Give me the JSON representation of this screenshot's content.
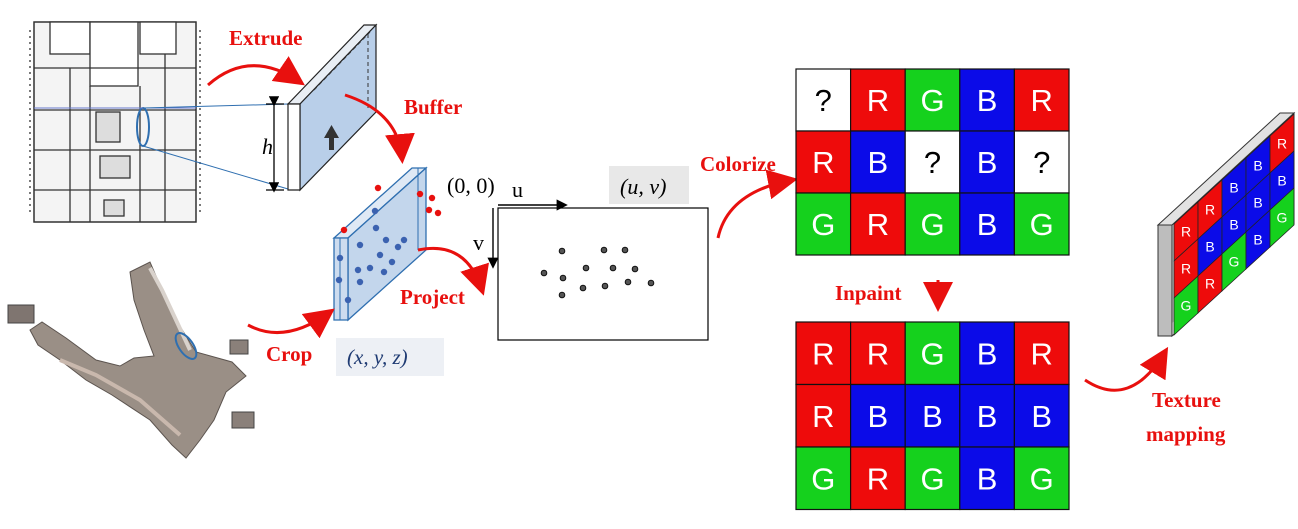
{
  "labels": {
    "extrude": "Extrude",
    "buffer": "Buffer",
    "crop": "Crop",
    "project": "Project",
    "colorize": "Colorize",
    "inpaint": "Inpaint",
    "texture_line1": "Texture",
    "texture_line2": "mapping",
    "height": "h",
    "origin": "(0, 0)",
    "u_axis": "u",
    "v_axis": "v",
    "uv": "(u, v)",
    "xyz": "(x, y, z)"
  },
  "colors": {
    "R": "#ee0b0b",
    "G": "#15d11d",
    "B": "#0b0be8",
    "unknown": "#ffffff",
    "arrow": "#e8100e",
    "panel": "#b9cfe9",
    "panel_edge": "#2f6fb0"
  },
  "grid_before": [
    [
      "?",
      "R",
      "G",
      "B",
      "R"
    ],
    [
      "R",
      "B",
      "?",
      "B",
      "?"
    ],
    [
      "G",
      "R",
      "G",
      "B",
      "G"
    ]
  ],
  "grid_after": [
    [
      "R",
      "R",
      "G",
      "B",
      "R"
    ],
    [
      "R",
      "B",
      "B",
      "B",
      "B"
    ],
    [
      "G",
      "R",
      "G",
      "B",
      "G"
    ]
  ],
  "texture_grid": [
    [
      "R",
      "R",
      "B",
      "B",
      "R"
    ],
    [
      "R",
      "B",
      "B",
      "B",
      "B"
    ],
    [
      "G",
      "R",
      "G",
      "B",
      "G"
    ]
  ]
}
